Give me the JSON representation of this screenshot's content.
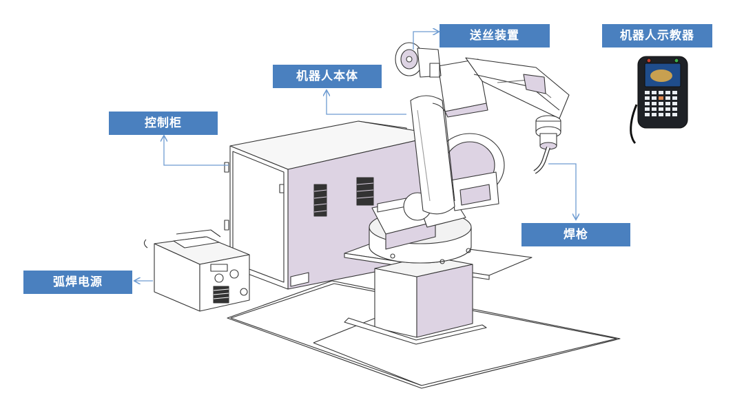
{
  "labels": {
    "wire_feeder": "送丝装置",
    "teach_pendant": "机器人示教器",
    "robot_body": "机器人本体",
    "control_cabinet": "控制柜",
    "welding_torch": "焊枪",
    "arc_power_source": "弧焊电源"
  },
  "colors": {
    "label_bg": "#4a80bf",
    "label_text": "#ffffff",
    "connector": "#6d9bd1",
    "panel_fill": "#ddd3e3",
    "line": "#333333",
    "pendant_body": "#1e2126",
    "pendant_screen": "#1f4d8c"
  }
}
